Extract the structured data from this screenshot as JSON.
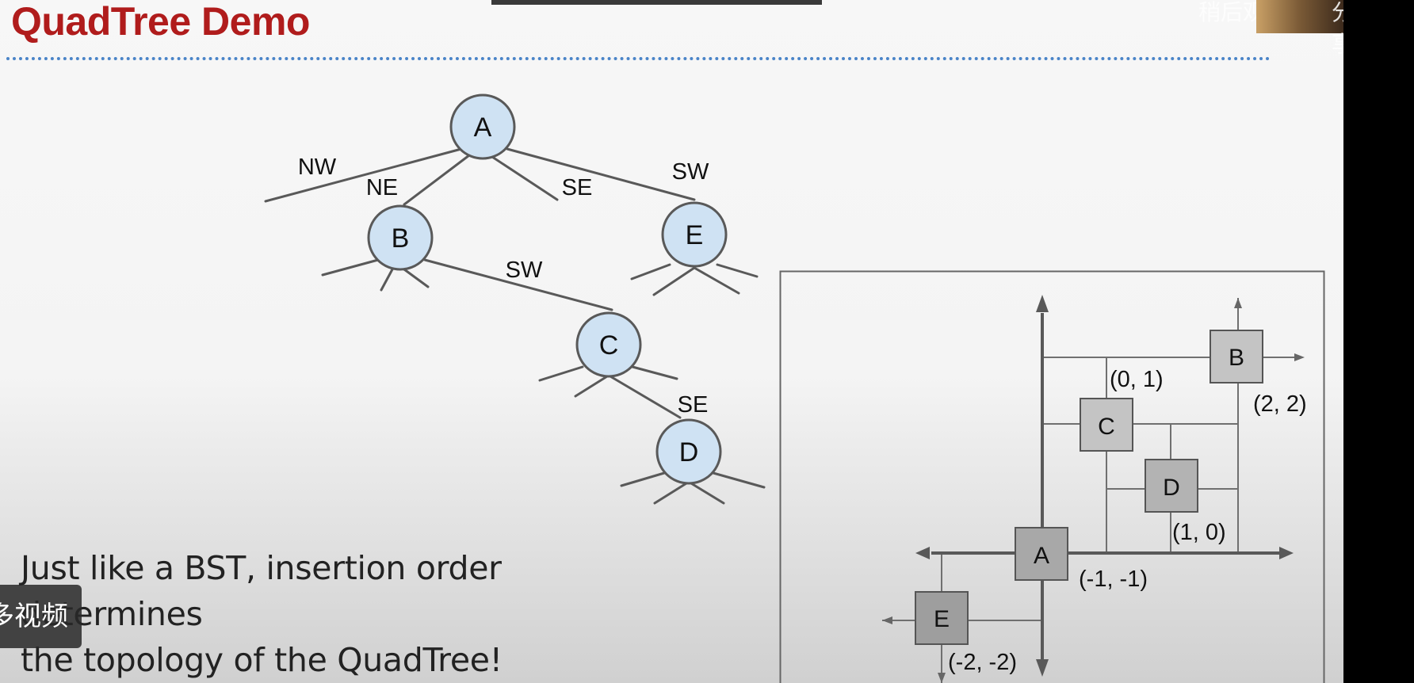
{
  "slide": {
    "title": "QuadTree Demo",
    "caption_line1": "Just like a BST, insertion order determines",
    "caption_line2": "the topology of the QuadTree!"
  },
  "tree": {
    "nodes": [
      "A",
      "B",
      "C",
      "D",
      "E"
    ],
    "edge_labels": [
      "NW",
      "NE",
      "SE",
      "SW",
      "SW",
      "SE"
    ]
  },
  "plane": {
    "points": [
      {
        "label": "A",
        "coord": "(-1, -1)"
      },
      {
        "label": "B",
        "coord": "(2, 2)"
      },
      {
        "label": "C",
        "coord": "(0, 1)"
      },
      {
        "label": "D",
        "coord": "(1, 0)"
      },
      {
        "label": "E",
        "coord": "(-2, -2)"
      }
    ]
  },
  "player": {
    "later_label": "稍后观看",
    "share_label": "分享",
    "video_label": "多视频"
  },
  "colors": {
    "title": "#b01c1c",
    "node_fill": "#cfe2f3",
    "box_fill": "#b7b7b7"
  }
}
